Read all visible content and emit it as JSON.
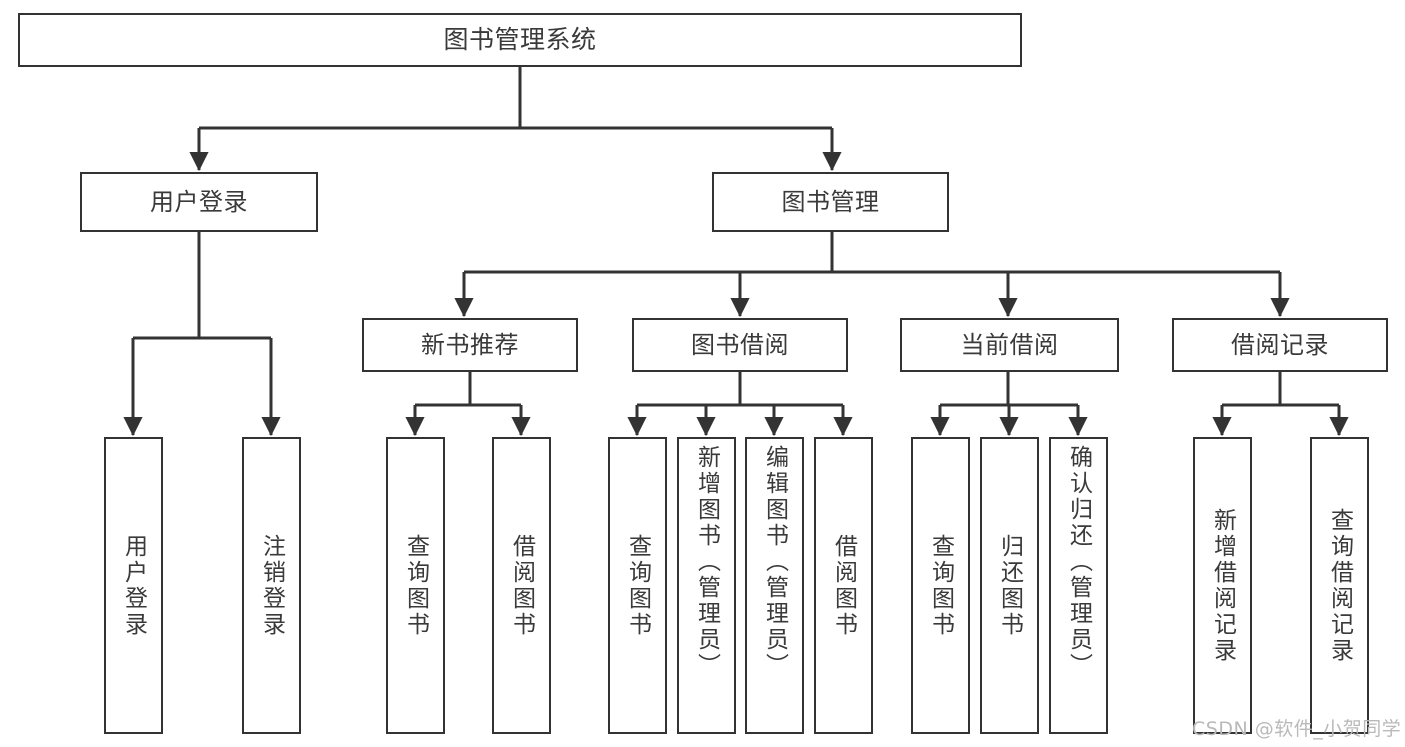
{
  "diagram": {
    "title": "图书管理系统",
    "type": "functional-structure-tree",
    "orientation": "top-down",
    "colors": {
      "box_border": "#333333",
      "box_fill": "#ffffff",
      "edge": "#333333",
      "text": "#3a3a3a",
      "watermark": "#b9b9b9",
      "background": "#ffffff"
    },
    "nodes": {
      "root": {
        "label": "图书管理系统",
        "level": 1
      },
      "user_login": {
        "label": "用户登录",
        "level": 2
      },
      "book_manage": {
        "label": "图书管理",
        "level": 2
      },
      "new_book_rec": {
        "label": "新书推荐",
        "level": 3
      },
      "book_borrow": {
        "label": "图书借阅",
        "level": 3
      },
      "current_borrow": {
        "label": "当前借阅",
        "level": 3
      },
      "borrow_record": {
        "label": "借阅记录",
        "level": 3
      },
      "leaf_user_login": {
        "label": "用户登录",
        "level": 3
      },
      "leaf_logout": {
        "label": "注销登录",
        "level": 3
      },
      "leaf_query_book_1": {
        "label": "查询图书",
        "level": 4
      },
      "leaf_borrow_book_1": {
        "label": "借阅图书",
        "level": 4
      },
      "leaf_query_book_2": {
        "label": "查询图书",
        "level": 4
      },
      "leaf_add_book": {
        "label": "新增图书（管理员）",
        "level": 4
      },
      "leaf_edit_book": {
        "label": "编辑图书（管理员）",
        "level": 4
      },
      "leaf_borrow_book_2": {
        "label": "借阅图书",
        "level": 4
      },
      "leaf_query_book_3": {
        "label": "查询图书",
        "level": 4
      },
      "leaf_return_book": {
        "label": "归还图书",
        "level": 4
      },
      "leaf_confirm_return": {
        "label": "确认归还（管理员）",
        "level": 4
      },
      "leaf_add_record": {
        "label": "新增借阅记录",
        "level": 4
      },
      "leaf_query_record": {
        "label": "查询借阅记录",
        "level": 4
      }
    },
    "edges": [
      {
        "from": "root",
        "to": "user_login"
      },
      {
        "from": "root",
        "to": "book_manage"
      },
      {
        "from": "user_login",
        "to": "leaf_user_login"
      },
      {
        "from": "user_login",
        "to": "leaf_logout"
      },
      {
        "from": "book_manage",
        "to": "new_book_rec"
      },
      {
        "from": "book_manage",
        "to": "book_borrow"
      },
      {
        "from": "book_manage",
        "to": "current_borrow"
      },
      {
        "from": "book_manage",
        "to": "borrow_record"
      },
      {
        "from": "new_book_rec",
        "to": "leaf_query_book_1"
      },
      {
        "from": "new_book_rec",
        "to": "leaf_borrow_book_1"
      },
      {
        "from": "book_borrow",
        "to": "leaf_query_book_2"
      },
      {
        "from": "book_borrow",
        "to": "leaf_add_book"
      },
      {
        "from": "book_borrow",
        "to": "leaf_edit_book"
      },
      {
        "from": "book_borrow",
        "to": "leaf_borrow_book_2"
      },
      {
        "from": "current_borrow",
        "to": "leaf_query_book_3"
      },
      {
        "from": "current_borrow",
        "to": "leaf_return_book"
      },
      {
        "from": "current_borrow",
        "to": "leaf_confirm_return"
      },
      {
        "from": "borrow_record",
        "to": "leaf_add_record"
      },
      {
        "from": "borrow_record",
        "to": "leaf_query_record"
      }
    ]
  },
  "watermark": {
    "text": "CSDN @软件_小贺同学"
  }
}
